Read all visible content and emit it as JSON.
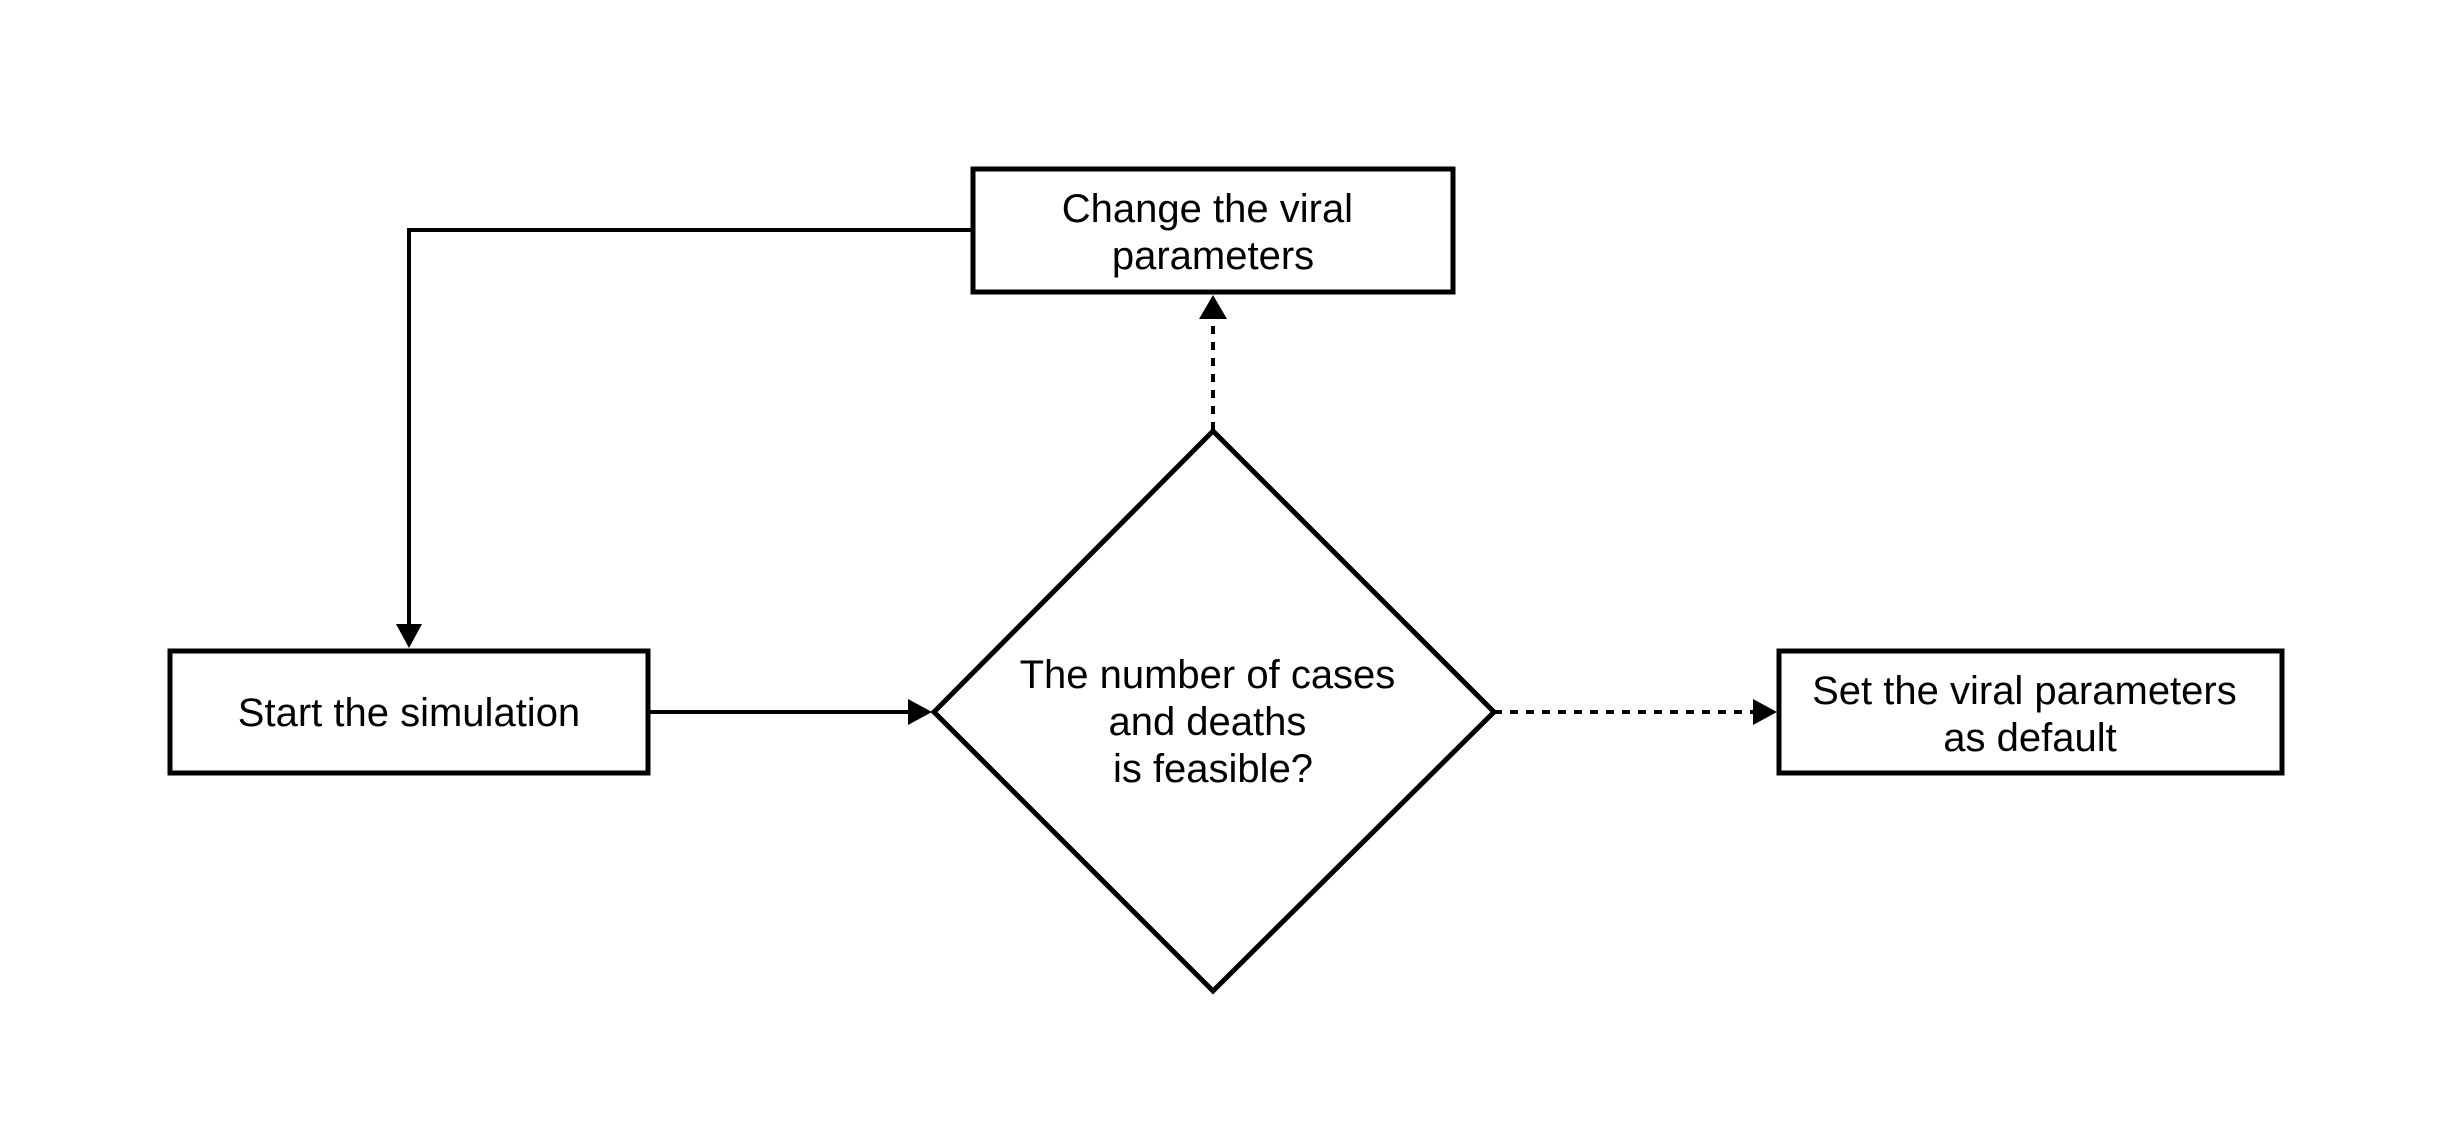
{
  "diagram": {
    "type": "flowchart",
    "colors": {
      "stroke": "#000000",
      "background": "#ffffff",
      "text": "#000000"
    },
    "nodes": {
      "start": {
        "shape": "rectangle",
        "lines": [
          "Start the simulation"
        ]
      },
      "decision": {
        "shape": "diamond",
        "lines": [
          "The number of cases",
          "and deaths",
          "is feasible?"
        ]
      },
      "change": {
        "shape": "rectangle",
        "lines": [
          "Change the viral",
          "parameters"
        ]
      },
      "default": {
        "shape": "rectangle",
        "lines": [
          "Set the viral parameters",
          "as default"
        ]
      }
    },
    "edges": [
      {
        "from": "start",
        "to": "decision",
        "style": "solid"
      },
      {
        "from": "decision",
        "to": "change",
        "style": "dotted"
      },
      {
        "from": "decision",
        "to": "default",
        "style": "dotted"
      },
      {
        "from": "change",
        "to": "start",
        "style": "solid"
      }
    ]
  }
}
